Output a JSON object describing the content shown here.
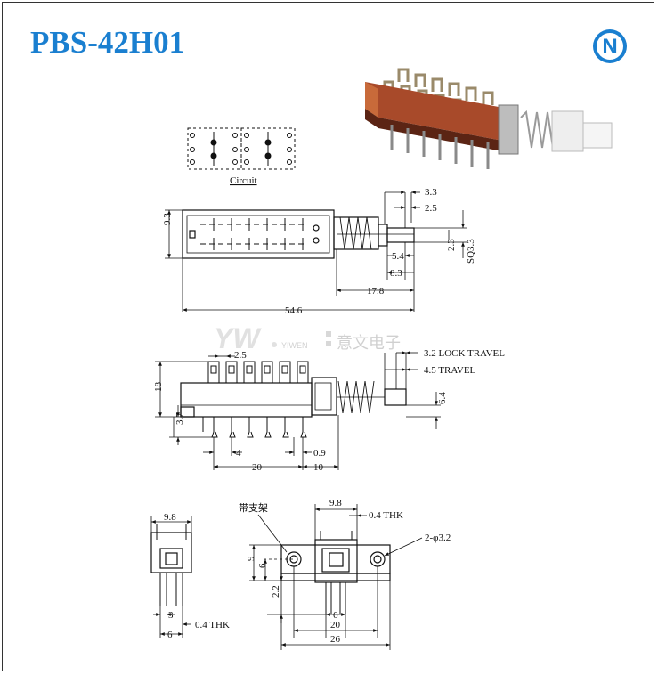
{
  "header": {
    "title": "PBS-42H01",
    "logo_letter": "N"
  },
  "watermark": {
    "mark": "YW",
    "brand": "YIWEN",
    "chinese": "意文电子"
  },
  "circuit": {
    "label": "Circuit"
  },
  "top_view": {
    "dims": {
      "d_3_3": "3.3",
      "d_2_5": "2.5",
      "d_9_3": "9.3",
      "d_5_4": "5.4",
      "d_8_3": "8.3",
      "d_2_3": "2.3",
      "d_sq3_3": "SQ3.3",
      "d_17_8": "17.8",
      "d_54_6": "54.6"
    }
  },
  "side_view": {
    "dims": {
      "d_2_5": "2.5",
      "lock_travel": "3.2 LOCK TRAVEL",
      "travel": "4.5 TRAVEL",
      "d_18": "18",
      "d_6_4": "6.4",
      "d_3_7": "3.7",
      "d_4": "4",
      "d_0_9": "0.9",
      "d_20": "20",
      "d_10": "10"
    }
  },
  "end_view": {
    "dims": {
      "d_9_8": "9.8",
      "d_3": "3",
      "d_0_4": "0.4 THK",
      "d_6": "6"
    }
  },
  "bracket_view": {
    "note_cn": "带支架",
    "dims": {
      "d_9_8": "9.8",
      "d_0_4": "0.4 THK",
      "d_holes": "2-φ3.2",
      "d_9": "9",
      "d_6v": "6",
      "d_2_2": "2.2",
      "d_6": "6",
      "d_20": "20",
      "d_26": "26"
    }
  }
}
